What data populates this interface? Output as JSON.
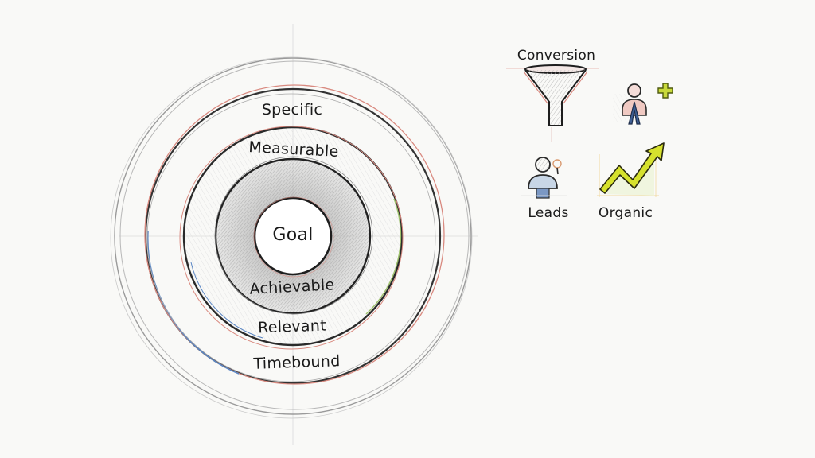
{
  "diagram": {
    "type": "concentric-rings",
    "center_label": "Goal",
    "rings": [
      {
        "label": "Achievable",
        "order": 1
      },
      {
        "label": "Measurable",
        "order": 2
      },
      {
        "label": "Specific",
        "order": 3
      },
      {
        "label": "Relevant",
        "order": 4
      },
      {
        "label": "Timebound",
        "order": 5
      }
    ],
    "labels": {
      "specific": "Specific",
      "measurable": "Measurable",
      "goal": "Goal",
      "achievable": "Achievable",
      "relevant": "Relevant",
      "timebound": "Timebound"
    }
  },
  "icons": {
    "conversion": {
      "label": "Conversion",
      "icon": "funnel-icon"
    },
    "add_user": {
      "icon": "user-plus-icon",
      "accent": "#c8d93a"
    },
    "leads": {
      "label": "Leads",
      "icon": "user-search-icon"
    },
    "organic": {
      "label": "Organic",
      "icon": "trend-up-arrow-icon",
      "accent": "#d6e12e"
    }
  },
  "colors": {
    "background": "#f9f9f7",
    "ink": "#1a1a1a",
    "pencil_red": "#d98a80",
    "pencil_blue": "#5a86c4",
    "pencil_green": "#9cc06a",
    "shading": "#cfcfcf",
    "yellow_green": "#d6e12e"
  }
}
